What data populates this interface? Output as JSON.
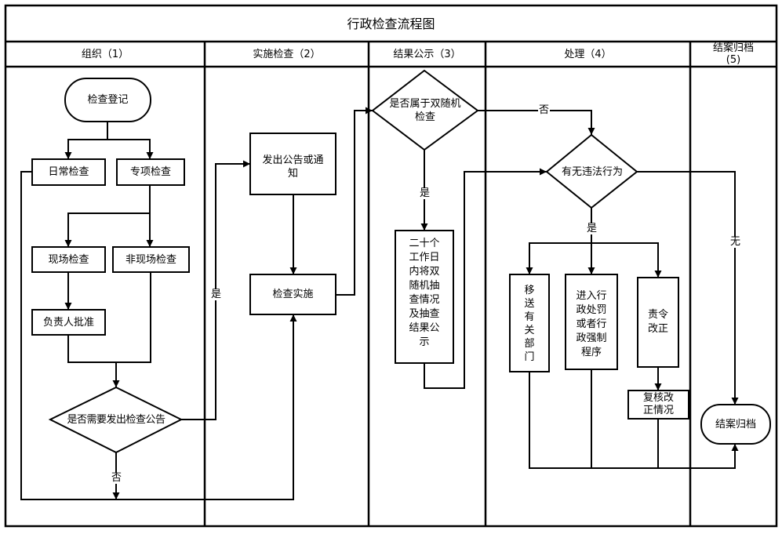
{
  "title": "行政检查流程图",
  "lanes": [
    {
      "label": "组织（1）"
    },
    {
      "label": "实施检查（2）"
    },
    {
      "label": "结果公示（3）"
    },
    {
      "label": "处理（4）"
    },
    {
      "label": "结案归档\n(5)"
    }
  ],
  "nodes": {
    "register": "检查登记",
    "routine": "日常检查",
    "special": "专项检查",
    "onsite": "现场检查",
    "offsite": "非现场检查",
    "approve": "负责人批准",
    "need_notice": "是否需要发出检查公告",
    "issue_notice": "发出公告或通\n知",
    "implement": "检查实施",
    "double_random": "是否属于双随机\n检查",
    "publicize": "二十个\n工作日\n内将双\n随机抽\n查情况\n及抽查\n结果公\n示",
    "violation": "有无违法行为",
    "transfer": "移\n送\n有\n关\n部\n门",
    "penalty": "进入行\n政处罚\n或者行\n政强制\n程序",
    "rectify": "责令\n改正",
    "review": "复核改\n正情况",
    "archive": "结案归档"
  },
  "edge_labels": {
    "yes_notice": "是",
    "no_notice": "否",
    "yes_random": "是",
    "no_random": "否",
    "yes_violation": "是",
    "none_violation": "无"
  },
  "colors": {
    "line": "#000000",
    "background": "#ffffff"
  }
}
